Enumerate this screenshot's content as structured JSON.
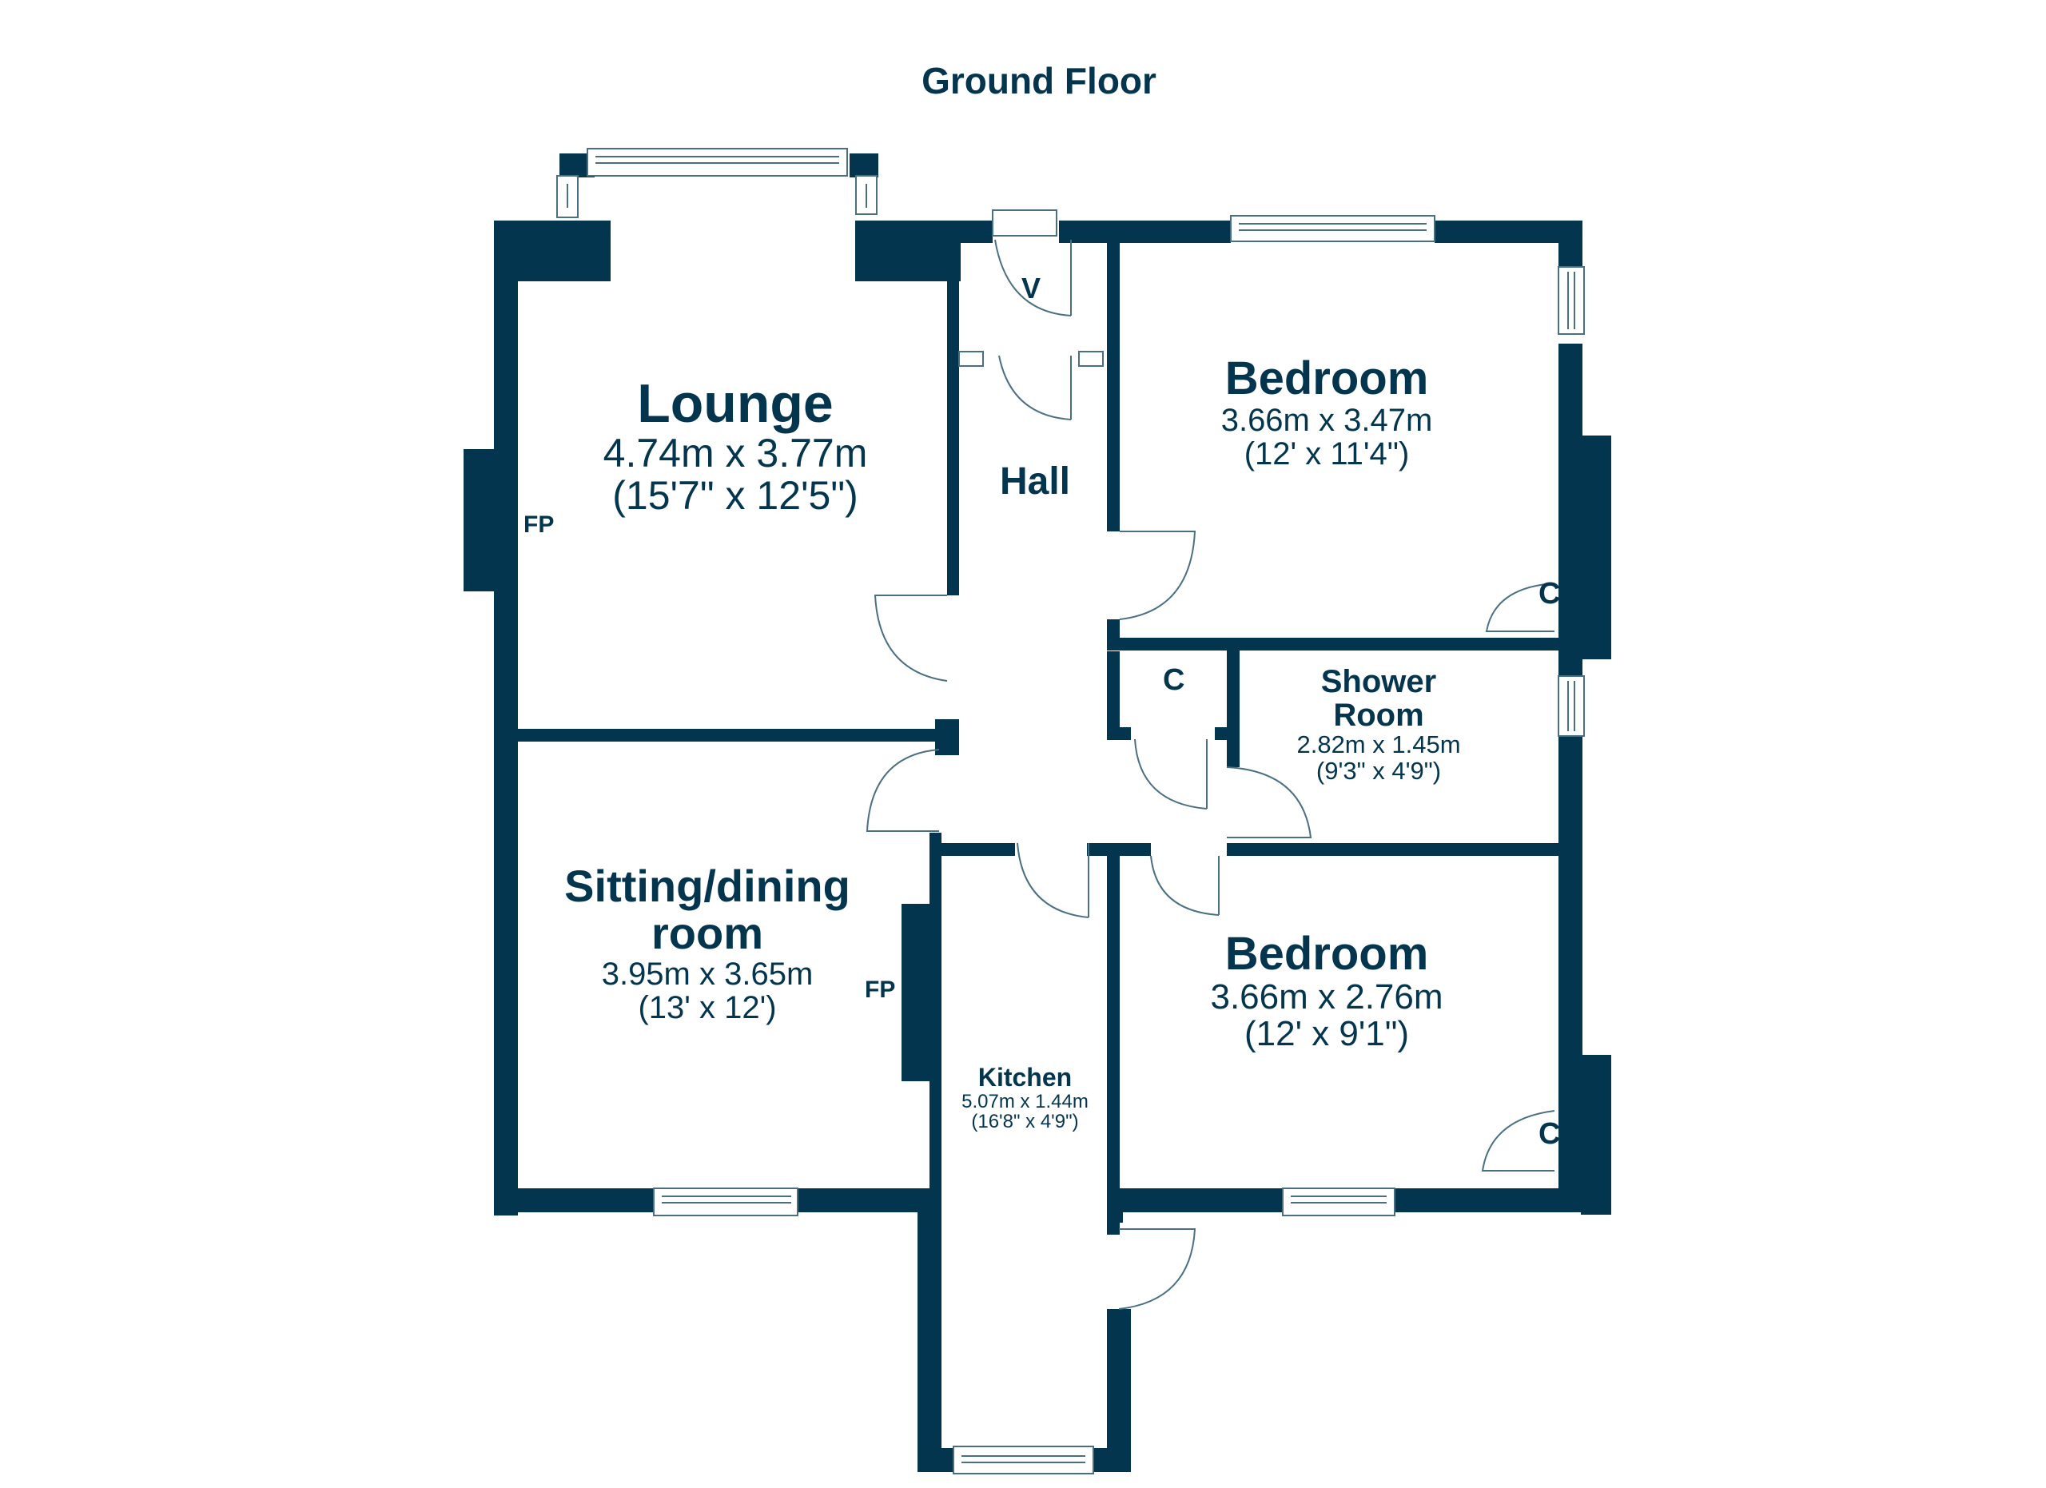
{
  "title": "Ground Floor",
  "colors": {
    "wall": "#04354e",
    "background": "#ffffff",
    "line": "#4a6f82"
  },
  "rooms": {
    "lounge": {
      "name": "Lounge",
      "metric": "4.74m x 3.77m",
      "imperial": "(15'7\" x 12'5\")"
    },
    "hall": {
      "name": "Hall"
    },
    "bedroom1": {
      "name": "Bedroom",
      "metric": "3.66m x 3.47m",
      "imperial": "(12' x 11'4\")"
    },
    "shower": {
      "name_line1": "Shower",
      "name_line2": "Room",
      "metric": "2.82m x 1.45m",
      "imperial": "(9'3\" x 4'9\")"
    },
    "sitting": {
      "name_line1": "Sitting/dining",
      "name_line2": "room",
      "metric": "3.95m x 3.65m",
      "imperial": "(13' x 12')"
    },
    "kitchen": {
      "name": "Kitchen",
      "metric": "5.07m x 1.44m",
      "imperial": "(16'8\" x 4'9\")"
    },
    "bedroom2": {
      "name": "Bedroom",
      "metric": "3.66m x 2.76m",
      "imperial": "(12' x 9'1\")"
    }
  },
  "tags": {
    "lounge_fireplace": "FP",
    "sitting_fireplace": "FP",
    "vestibule": "V",
    "hall_cupboard": "C",
    "bedroom1_cupboard": "C",
    "bedroom2_cupboard": "C"
  }
}
